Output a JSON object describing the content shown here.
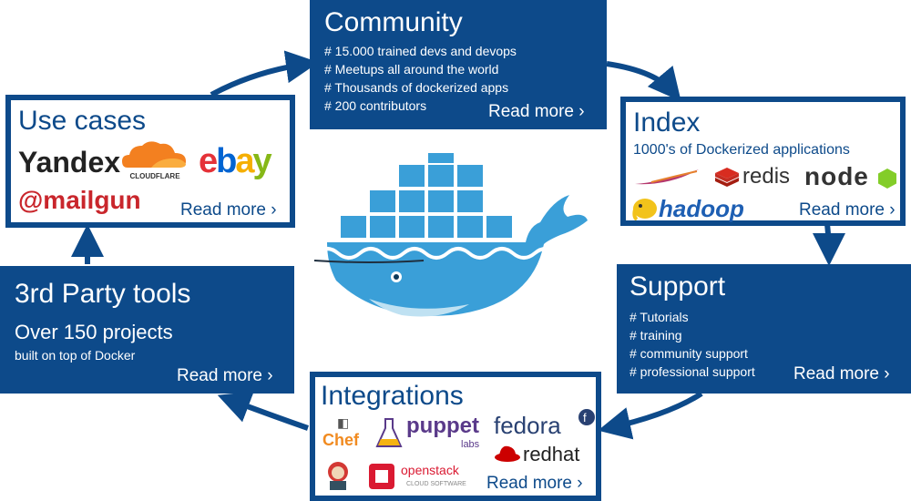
{
  "community": {
    "title": "Community",
    "items": [
      "# 15.000 trained devs and devops",
      "# Meetups all around the world",
      "# Thousands of dockerized apps",
      "# 200 contributors"
    ],
    "read_more": "Read more ›"
  },
  "use_cases": {
    "title": "Use cases",
    "logos": [
      "Yandex",
      "CLOUDFLARE",
      "ebay",
      "@mailgun"
    ],
    "read_more": "Read more ›"
  },
  "index": {
    "title": "Index",
    "subtitle": "1000's of Dockerized applications",
    "logos": [
      "redis",
      "node",
      "hadoop"
    ],
    "read_more": "Read more ›"
  },
  "third_party": {
    "title": "3rd Party tools",
    "headline": "Over 150 projects",
    "subline": "built on top of Docker",
    "read_more": "Read more ›"
  },
  "support": {
    "title": "Support",
    "items": [
      "# Tutorials",
      "# training",
      "# community support",
      "# professional support"
    ],
    "read_more": "Read more ›"
  },
  "integrations": {
    "title": "Integrations",
    "logos": [
      "Chef",
      "puppet",
      "labs",
      "fedora",
      "redhat",
      "openstack",
      "CLOUD SOFTWARE"
    ],
    "read_more": "Read more ›"
  },
  "colors": {
    "dark_blue": "#0d4a8a",
    "whale_blue": "#3a9fd8",
    "ebay_red": "#e53238",
    "ebay_blue": "#0064d2",
    "ebay_yellow": "#f5af02",
    "ebay_green": "#86b817"
  }
}
